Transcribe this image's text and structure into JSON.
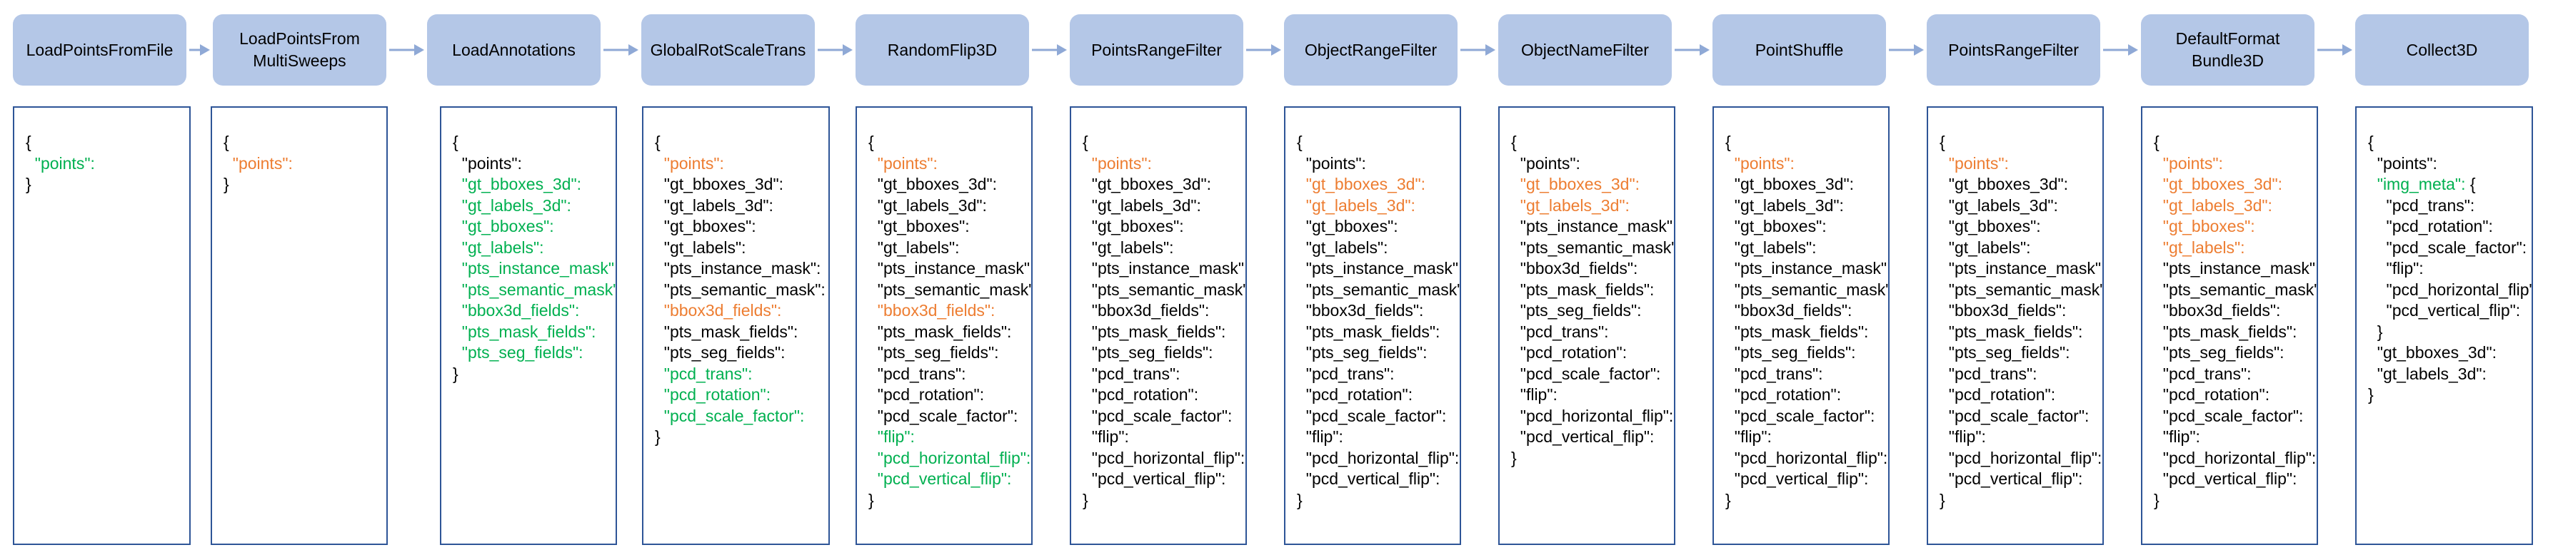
{
  "colors": {
    "node_fill": "#b4c7e7",
    "panel_border": "#2e5597",
    "arrow": "#8fa9d6",
    "black": "#000000",
    "green": "#00b050",
    "orange": "#ed7d31"
  },
  "pipeline": [
    {
      "label": "LoadPointsFromFile",
      "lines": [
        {
          "t": "{",
          "c": "black"
        },
        {
          "t": "  \"points\":",
          "c": "green"
        },
        {
          "t": "}",
          "c": "black"
        }
      ]
    },
    {
      "label": "LoadPointsFrom\nMultiSweeps",
      "lines": [
        {
          "t": "{",
          "c": "black"
        },
        {
          "t": "  \"points\":",
          "c": "orange"
        },
        {
          "t": "}",
          "c": "black"
        }
      ]
    },
    {
      "label": "LoadAnnotations",
      "lines": [
        {
          "t": "{",
          "c": "black"
        },
        {
          "t": "  \"points\":",
          "c": "black"
        },
        {
          "t": "  \"gt_bboxes_3d\":",
          "c": "green"
        },
        {
          "t": "  \"gt_labels_3d\":",
          "c": "green"
        },
        {
          "t": "  \"gt_bboxes\":",
          "c": "green"
        },
        {
          "t": "  \"gt_labels\":",
          "c": "green"
        },
        {
          "t": "  \"pts_instance_mask\":",
          "c": "green"
        },
        {
          "t": "  \"pts_semantic_mask\":",
          "c": "green"
        },
        {
          "t": "  \"bbox3d_fields\":",
          "c": "green"
        },
        {
          "t": "  \"pts_mask_fields\":",
          "c": "green"
        },
        {
          "t": "  \"pts_seg_fields\":",
          "c": "green"
        },
        {
          "t": "}",
          "c": "black"
        }
      ]
    },
    {
      "label": "GlobalRotScaleTrans",
      "lines": [
        {
          "t": "{",
          "c": "black"
        },
        {
          "t": "  \"points\":",
          "c": "orange"
        },
        {
          "t": "  \"gt_bboxes_3d\":",
          "c": "black"
        },
        {
          "t": "  \"gt_labels_3d\":",
          "c": "black"
        },
        {
          "t": "  \"gt_bboxes\":",
          "c": "black"
        },
        {
          "t": "  \"gt_labels\":",
          "c": "black"
        },
        {
          "t": "  \"pts_instance_mask\":",
          "c": "black"
        },
        {
          "t": "  \"pts_semantic_mask\":",
          "c": "black"
        },
        {
          "t": "  \"bbox3d_fields\":",
          "c": "orange"
        },
        {
          "t": "  \"pts_mask_fields\":",
          "c": "black"
        },
        {
          "t": "  \"pts_seg_fields\":",
          "c": "black"
        },
        {
          "t": "  \"pcd_trans\":",
          "c": "green"
        },
        {
          "t": "  \"pcd_rotation\":",
          "c": "green"
        },
        {
          "t": "  \"pcd_scale_factor\":",
          "c": "green"
        },
        {
          "t": "}",
          "c": "black"
        }
      ]
    },
    {
      "label": "RandomFlip3D",
      "lines": [
        {
          "t": "{",
          "c": "black"
        },
        {
          "t": "  \"points\":",
          "c": "orange"
        },
        {
          "t": "  \"gt_bboxes_3d\":",
          "c": "black"
        },
        {
          "t": "  \"gt_labels_3d\":",
          "c": "black"
        },
        {
          "t": "  \"gt_bboxes\":",
          "c": "black"
        },
        {
          "t": "  \"gt_labels\":",
          "c": "black"
        },
        {
          "t": "  \"pts_instance_mask\":",
          "c": "black"
        },
        {
          "t": "  \"pts_semantic_mask\":",
          "c": "black"
        },
        {
          "t": "  \"bbox3d_fields\":",
          "c": "orange"
        },
        {
          "t": "  \"pts_mask_fields\":",
          "c": "black"
        },
        {
          "t": "  \"pts_seg_fields\":",
          "c": "black"
        },
        {
          "t": "  \"pcd_trans\":",
          "c": "black"
        },
        {
          "t": "  \"pcd_rotation\":",
          "c": "black"
        },
        {
          "t": "  \"pcd_scale_factor\":",
          "c": "black"
        },
        {
          "t": "  \"flip\":",
          "c": "green"
        },
        {
          "t": "  \"pcd_horizontal_flip\":",
          "c": "green"
        },
        {
          "t": "  \"pcd_vertical_flip\":",
          "c": "green"
        },
        {
          "t": "}",
          "c": "black"
        }
      ]
    },
    {
      "label": "PointsRangeFilter",
      "lines": [
        {
          "t": "{",
          "c": "black"
        },
        {
          "t": "  \"points\":",
          "c": "orange"
        },
        {
          "t": "  \"gt_bboxes_3d\":",
          "c": "black"
        },
        {
          "t": "  \"gt_labels_3d\":",
          "c": "black"
        },
        {
          "t": "  \"gt_bboxes\":",
          "c": "black"
        },
        {
          "t": "  \"gt_labels\":",
          "c": "black"
        },
        {
          "t": "  \"pts_instance_mask\":",
          "c": "black"
        },
        {
          "t": "  \"pts_semantic_mask\":",
          "c": "black"
        },
        {
          "t": "  \"bbox3d_fields\":",
          "c": "black"
        },
        {
          "t": "  \"pts_mask_fields\":",
          "c": "black"
        },
        {
          "t": "  \"pts_seg_fields\":",
          "c": "black"
        },
        {
          "t": "  \"pcd_trans\":",
          "c": "black"
        },
        {
          "t": "  \"pcd_rotation\":",
          "c": "black"
        },
        {
          "t": "  \"pcd_scale_factor\":",
          "c": "black"
        },
        {
          "t": "  \"flip\":",
          "c": "black"
        },
        {
          "t": "  \"pcd_horizontal_flip\":",
          "c": "black"
        },
        {
          "t": "  \"pcd_vertical_flip\":",
          "c": "black"
        },
        {
          "t": "}",
          "c": "black"
        }
      ]
    },
    {
      "label": "ObjectRangeFilter",
      "lines": [
        {
          "t": "{",
          "c": "black"
        },
        {
          "t": "  \"points\":",
          "c": "black"
        },
        {
          "t": "  \"gt_bboxes_3d\":",
          "c": "orange"
        },
        {
          "t": "  \"gt_labels_3d\":",
          "c": "orange"
        },
        {
          "t": "  \"gt_bboxes\":",
          "c": "black"
        },
        {
          "t": "  \"gt_labels\":",
          "c": "black"
        },
        {
          "t": "  \"pts_instance_mask\":",
          "c": "black"
        },
        {
          "t": "  \"pts_semantic_mask\":",
          "c": "black"
        },
        {
          "t": "  \"bbox3d_fields\":",
          "c": "black"
        },
        {
          "t": "  \"pts_mask_fields\":",
          "c": "black"
        },
        {
          "t": "  \"pts_seg_fields\":",
          "c": "black"
        },
        {
          "t": "  \"pcd_trans\":",
          "c": "black"
        },
        {
          "t": "  \"pcd_rotation\":",
          "c": "black"
        },
        {
          "t": "  \"pcd_scale_factor\":",
          "c": "black"
        },
        {
          "t": "  \"flip\":",
          "c": "black"
        },
        {
          "t": "  \"pcd_horizontal_flip\":",
          "c": "black"
        },
        {
          "t": "  \"pcd_vertical_flip\":",
          "c": "black"
        },
        {
          "t": "}",
          "c": "black"
        }
      ]
    },
    {
      "label": "ObjectNameFilter",
      "lines": [
        {
          "t": "{",
          "c": "black"
        },
        {
          "t": "  \"points\":",
          "c": "black"
        },
        {
          "t": "  \"gt_bboxes_3d\":",
          "c": "orange"
        },
        {
          "t": "  \"gt_labels_3d\":",
          "c": "orange"
        },
        {
          "t": "  \"pts_instance_mask\":",
          "c": "black"
        },
        {
          "t": "  \"pts_semantic_mask\":",
          "c": "black"
        },
        {
          "t": "  \"bbox3d_fields\":",
          "c": "black"
        },
        {
          "t": "  \"pts_mask_fields\":",
          "c": "black"
        },
        {
          "t": "  \"pts_seg_fields\":",
          "c": "black"
        },
        {
          "t": "  \"pcd_trans\":",
          "c": "black"
        },
        {
          "t": "  \"pcd_rotation\":",
          "c": "black"
        },
        {
          "t": "  \"pcd_scale_factor\":",
          "c": "black"
        },
        {
          "t": "  \"flip\":",
          "c": "black"
        },
        {
          "t": "  \"pcd_horizontal_flip\":",
          "c": "black"
        },
        {
          "t": "  \"pcd_vertical_flip\":",
          "c": "black"
        },
        {
          "t": "}",
          "c": "black"
        }
      ]
    },
    {
      "label": "PointShuffle",
      "lines": [
        {
          "t": "{",
          "c": "black"
        },
        {
          "t": "  \"points\":",
          "c": "orange"
        },
        {
          "t": "  \"gt_bboxes_3d\":",
          "c": "black"
        },
        {
          "t": "  \"gt_labels_3d\":",
          "c": "black"
        },
        {
          "t": "  \"gt_bboxes\":",
          "c": "black"
        },
        {
          "t": "  \"gt_labels\":",
          "c": "black"
        },
        {
          "t": "  \"pts_instance_mask\":",
          "c": "black"
        },
        {
          "t": "  \"pts_semantic_mask\":",
          "c": "black"
        },
        {
          "t": "  \"bbox3d_fields\":",
          "c": "black"
        },
        {
          "t": "  \"pts_mask_fields\":",
          "c": "black"
        },
        {
          "t": "  \"pts_seg_fields\":",
          "c": "black"
        },
        {
          "t": "  \"pcd_trans\":",
          "c": "black"
        },
        {
          "t": "  \"pcd_rotation\":",
          "c": "black"
        },
        {
          "t": "  \"pcd_scale_factor\":",
          "c": "black"
        },
        {
          "t": "  \"flip\":",
          "c": "black"
        },
        {
          "t": "  \"pcd_horizontal_flip\":",
          "c": "black"
        },
        {
          "t": "  \"pcd_vertical_flip\":",
          "c": "black"
        },
        {
          "t": "}",
          "c": "black"
        }
      ]
    },
    {
      "label": "PointsRangeFilter",
      "lines": [
        {
          "t": "{",
          "c": "black"
        },
        {
          "t": "  \"points\":",
          "c": "orange"
        },
        {
          "t": "  \"gt_bboxes_3d\":",
          "c": "black"
        },
        {
          "t": "  \"gt_labels_3d\":",
          "c": "black"
        },
        {
          "t": "  \"gt_bboxes\":",
          "c": "black"
        },
        {
          "t": "  \"gt_labels\":",
          "c": "black"
        },
        {
          "t": "  \"pts_instance_mask\":",
          "c": "black"
        },
        {
          "t": "  \"pts_semantic_mask\":",
          "c": "black"
        },
        {
          "t": "  \"bbox3d_fields\":",
          "c": "black"
        },
        {
          "t": "  \"pts_mask_fields\":",
          "c": "black"
        },
        {
          "t": "  \"pts_seg_fields\":",
          "c": "black"
        },
        {
          "t": "  \"pcd_trans\":",
          "c": "black"
        },
        {
          "t": "  \"pcd_rotation\":",
          "c": "black"
        },
        {
          "t": "  \"pcd_scale_factor\":",
          "c": "black"
        },
        {
          "t": "  \"flip\":",
          "c": "black"
        },
        {
          "t": "  \"pcd_horizontal_flip\":",
          "c": "black"
        },
        {
          "t": "  \"pcd_vertical_flip\":",
          "c": "black"
        },
        {
          "t": "}",
          "c": "black"
        }
      ]
    },
    {
      "label": "DefaultFormat\nBundle3D",
      "lines": [
        {
          "t": "{",
          "c": "black"
        },
        {
          "t": "  \"points\":",
          "c": "orange"
        },
        {
          "t": "  \"gt_bboxes_3d\":",
          "c": "orange"
        },
        {
          "t": "  \"gt_labels_3d\":",
          "c": "orange"
        },
        {
          "t": "  \"gt_bboxes\":",
          "c": "orange"
        },
        {
          "t": "  \"gt_labels\":",
          "c": "orange"
        },
        {
          "t": "  \"pts_instance_mask\":",
          "c": "black"
        },
        {
          "t": "  \"pts_semantic_mask\":",
          "c": "black"
        },
        {
          "t": "  \"bbox3d_fields\":",
          "c": "black"
        },
        {
          "t": "  \"pts_mask_fields\":",
          "c": "black"
        },
        {
          "t": "  \"pts_seg_fields\":",
          "c": "black"
        },
        {
          "t": "  \"pcd_trans\":",
          "c": "black"
        },
        {
          "t": "  \"pcd_rotation\":",
          "c": "black"
        },
        {
          "t": "  \"pcd_scale_factor\":",
          "c": "black"
        },
        {
          "t": "  \"flip\":",
          "c": "black"
        },
        {
          "t": "  \"pcd_horizontal_flip\":",
          "c": "black"
        },
        {
          "t": "  \"pcd_vertical_flip\":",
          "c": "black"
        },
        {
          "t": "}",
          "c": "black"
        }
      ]
    },
    {
      "label": "Collect3D",
      "lines": [
        {
          "t": "{",
          "c": "black"
        },
        {
          "t": "  \"points\":",
          "c": "black"
        },
        {
          "t": "  \"img_meta\":",
          "c": "green",
          "suffix": " {"
        },
        {
          "t": "    \"pcd_trans\":",
          "c": "black"
        },
        {
          "t": "    \"pcd_rotation\":",
          "c": "black"
        },
        {
          "t": "    \"pcd_scale_factor\":",
          "c": "black"
        },
        {
          "t": "    \"flip\":",
          "c": "black"
        },
        {
          "t": "    \"pcd_horizontal_flip\":",
          "c": "black"
        },
        {
          "t": "    \"pcd_vertical_flip\":",
          "c": "black"
        },
        {
          "t": "  }",
          "c": "black"
        },
        {
          "t": "  \"gt_bboxes_3d\":",
          "c": "black"
        },
        {
          "t": "  \"gt_labels_3d\":",
          "c": "black"
        },
        {
          "t": "}",
          "c": "black"
        }
      ]
    }
  ]
}
